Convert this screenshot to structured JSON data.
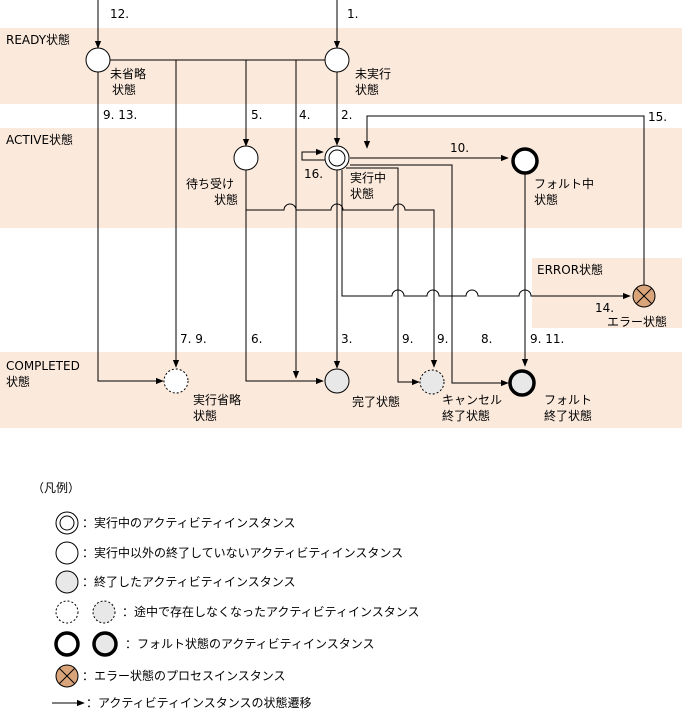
{
  "states": {
    "ready": "READY状態",
    "active": "ACTIVE状態",
    "error": "ERROR状態",
    "completed_line1": "COMPLETED",
    "completed_line2": "状態"
  },
  "nodes": {
    "skip_ready_1": "未省略",
    "skip_ready_2": "状態",
    "unexec_1": "未実行",
    "unexec_2": "状態",
    "waiting_1": "待ち受け",
    "waiting_2": "状態",
    "running_1": "実行中",
    "running_2": "状態",
    "fault_active_1": "フォルト中",
    "fault_active_2": "状態",
    "error_1": "エラー状態",
    "skip_done_1": "実行省略",
    "skip_done_2": "状態",
    "completed_1": "完了状態",
    "cancel_1": "キャンセル",
    "cancel_2": "終了状態",
    "fault_done_1": "フォルト",
    "fault_done_2": "終了状態"
  },
  "transitions": {
    "t1": "1.",
    "t2": "2.",
    "t3": "3.",
    "t4": "4.",
    "t5": "5.",
    "t6": "6.",
    "t7_9": "7. 9.",
    "t8": "8.",
    "t9_13": "9. 13.",
    "t9a": "9.",
    "t9b": "9.",
    "t9_11": "9. 11.",
    "t10": "10.",
    "t12": "12.",
    "t14": "14.",
    "t15": "15.",
    "t16": "16."
  },
  "legend": {
    "title": "（凡例）",
    "running": "：実行中のアクティビティインスタンス",
    "not_finished": "：実行中以外の終了していないアクティビティインスタンス",
    "finished": "：終了したアクティビティインスタンス",
    "vanished": "：途中で存在しなくなったアクティビティインスタンス",
    "fault": "：フォルト状態のアクティビティインスタンス",
    "error": "：エラー状態のプロセスインスタンス",
    "transition": "：アクティビティインスタンスの状態遷移"
  },
  "colors": {
    "band": "#fbe9dc",
    "finished_fill": "#e8e8e8",
    "error_fill": "#d9a47a"
  }
}
